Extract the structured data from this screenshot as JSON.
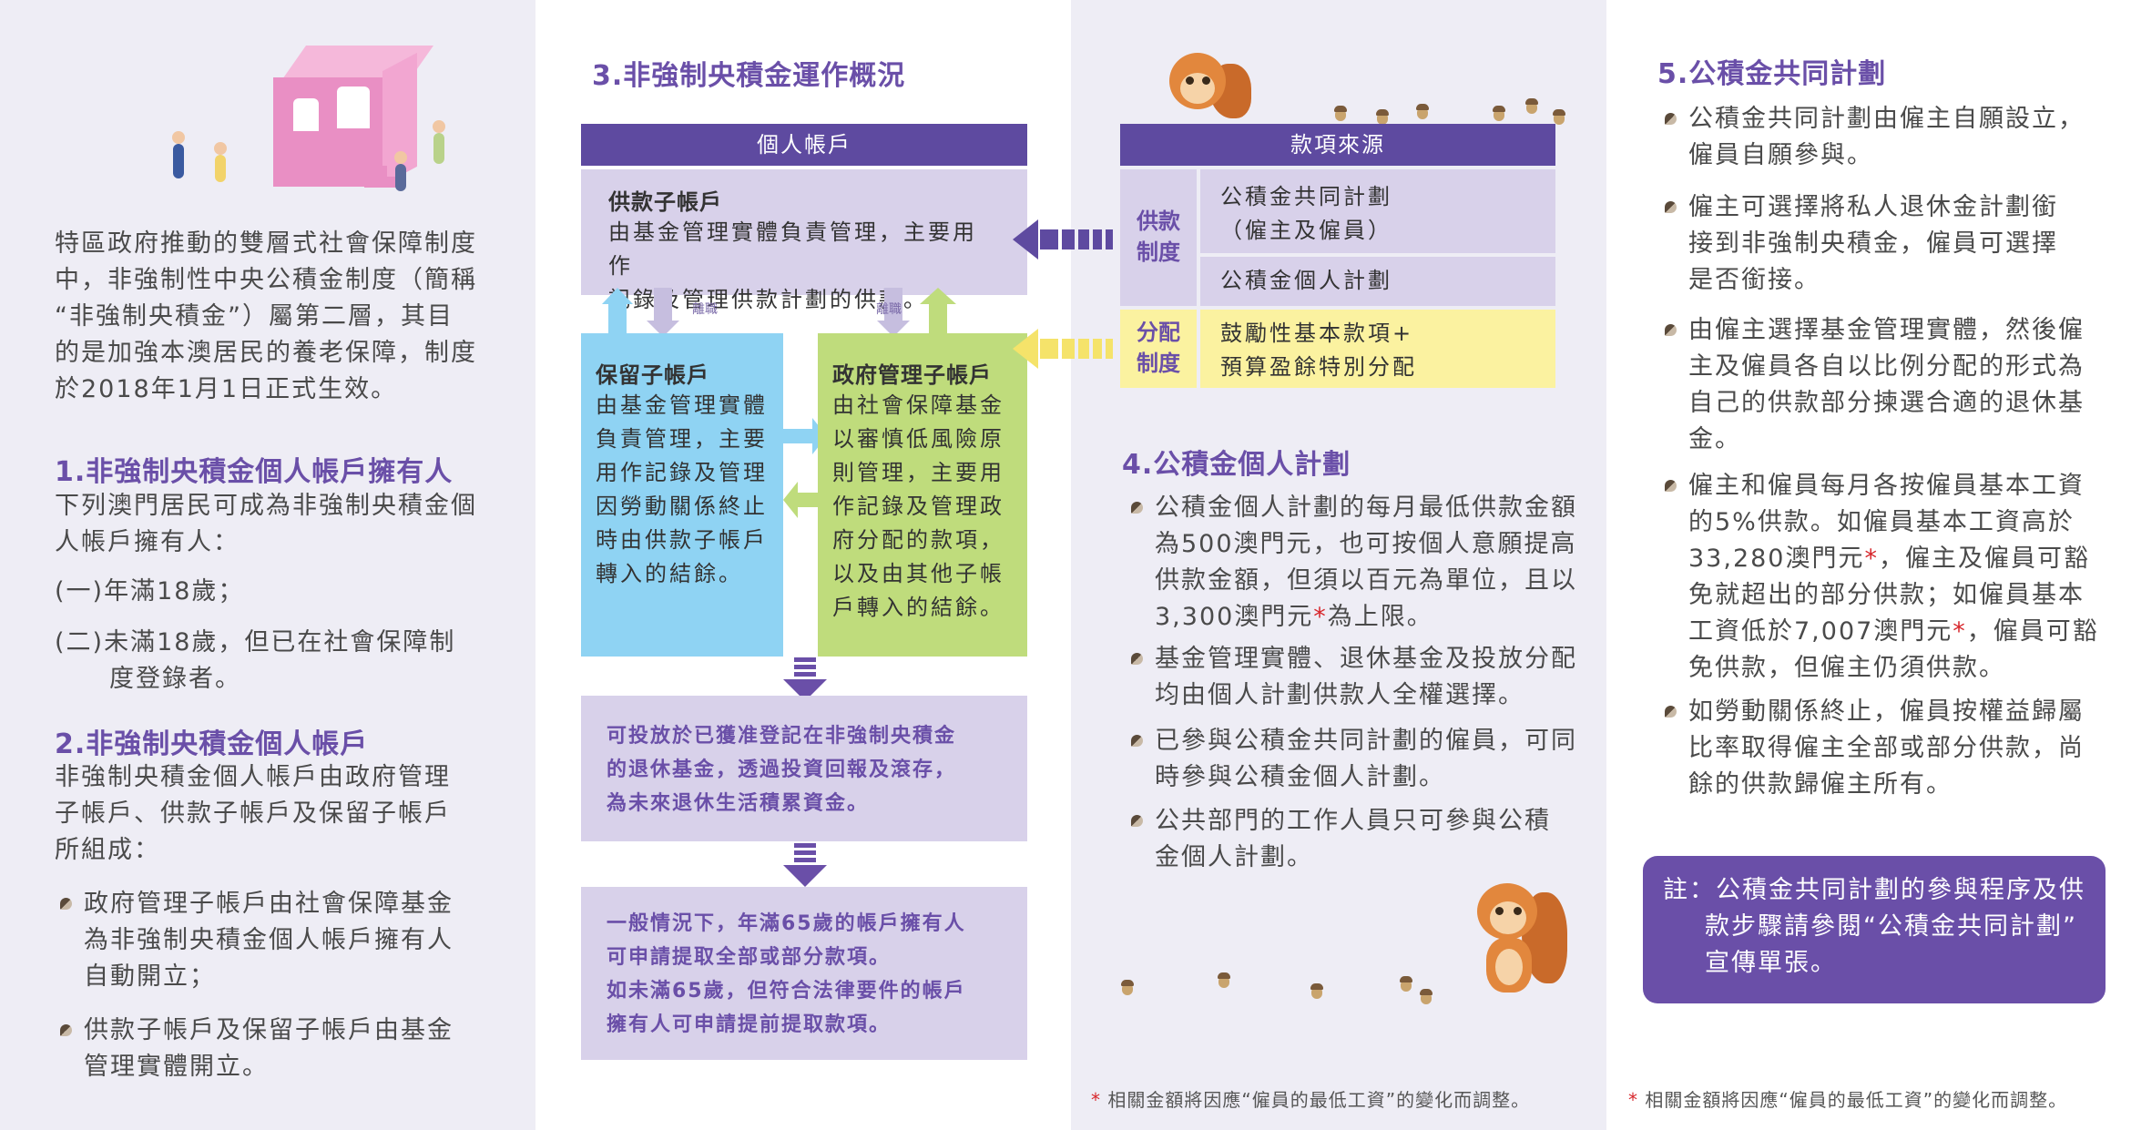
{
  "intro": {
    "lines": [
      "特區政府推動的雙層式社會保障制度",
      "中，非強制性中央公積金制度（簡稱",
      "“非強制央積金”）屬第二層，其目",
      "的是加強本澳居民的養老保障，制度",
      "於2018年1月1日正式生效。"
    ]
  },
  "section1": {
    "title": "1.非強制央積金個人帳戶擁有人",
    "lead": [
      "下列澳門居民可成為非強制央積金個",
      "人帳戶擁有人："
    ],
    "items": [
      {
        "marker": "(一)",
        "lines": [
          "年滿18歲；"
        ]
      },
      {
        "marker": "(二)",
        "lines": [
          "未滿18歲，但已在社會保障制",
          "度登錄者。"
        ]
      }
    ]
  },
  "section2": {
    "title": "2.非強制央積金個人帳戶",
    "lead": [
      "非強制央積金個人帳戶由政府管理",
      "子帳戶、供款子帳戶及保留子帳戶",
      "所組成："
    ],
    "bullets": [
      [
        "政府管理子帳戶由社會保障基金",
        "為非強制央積金個人帳戶擁有人",
        "自動開立；"
      ],
      [
        "供款子帳戶及保留子帳戶由基金",
        "管理實體開立。"
      ]
    ]
  },
  "section3": {
    "title": "3.非強制央積金運作概況",
    "personal_header": "個人帳戶",
    "contribution": {
      "title": "供款子帳戶",
      "lines": [
        "由基金管理實體負責管理，主要用作",
        "記錄及管理供款計劃的供款。"
      ]
    },
    "leave_tag_left": "離職",
    "leave_tag_right": "離職",
    "reserve": {
      "title": "保留子帳戶",
      "lines": [
        "由基金管理實體",
        "負責管理，主要",
        "用作記錄及管理",
        "因勞動關係終止",
        "時由供款子帳戶",
        "轉入的結餘。"
      ]
    },
    "government": {
      "title": "政府管理子帳戶",
      "lines": [
        "由社會保障基金",
        "以審慎低風險原",
        "則管理，主要用",
        "作記錄及管理政",
        "府分配的款項，",
        "以及由其他子帳",
        "戶轉入的結餘。"
      ]
    },
    "invest": {
      "lines": [
        "可投放於已獲准登記在非強制央積金",
        "的退休基金，透過投資回報及滾存，",
        "為未來退休生活積累資金。"
      ]
    },
    "withdraw": {
      "lines": [
        "一般情況下，年滿65歲的帳戶擁有人",
        "可申請提取全部或部分款項。",
        "如未滿65歲，但符合法律要件的帳戶",
        "擁有人可申請提前提取款項。"
      ]
    },
    "source_header": "款項來源",
    "contribution_system_label": [
      "供款",
      "制度"
    ],
    "joint_plan": [
      "公積金共同計劃",
      "（僱主及僱員）"
    ],
    "individual_plan": "公積金個人計劃",
    "distribution_label": [
      "分配",
      "制度"
    ],
    "distribution_text": [
      "鼓勵性基本款項+",
      "預算盈餘特別分配"
    ]
  },
  "section4": {
    "title": "4.公積金個人計劃",
    "bullets": [
      [
        "公積金個人計劃的每月最低供款金額",
        "為500澳門元，也可按個人意願提高",
        "供款金額，但須以百元為單位，且以",
        "3,300澳門元",
        "為上限。"
      ],
      [
        "基金管理實體、退休基金及投放分配",
        "均由個人計劃供款人全權選擇。"
      ],
      [
        "已參與公積金共同計劃的僱員，可同",
        "時參與公積金個人計劃。"
      ],
      [
        "公共部門的工作人員只可參與公積",
        "金個人計劃。"
      ]
    ]
  },
  "section5": {
    "title": "5.公積金共同計劃",
    "bullets": [
      [
        "公積金共同計劃由僱主自願設立，",
        "僱員自願參與。"
      ],
      [
        "僱主可選擇將私人退休金計劃銜",
        "接到非強制央積金，僱員可選擇",
        "是否銜接。"
      ],
      [
        "由僱主選擇基金管理實體，然後僱",
        "主及僱員各自以比例分配的形式為",
        "自己的供款部分揀選合適的退休基",
        "金。"
      ],
      [
        "僱主和僱員每月各按僱員基本工資",
        "的5%供款。如僱員基本工資高於",
        "33,280澳門元",
        "，僱主及僱員可豁",
        "免就超出的部分供款；如僱員基本",
        "工資低於7,007澳門元",
        "，僱員可豁",
        "免供款，但僱主仍須供款。"
      ],
      [
        "如勞動關係終止，僱員按權益歸屬",
        "比率取得僱主全部或部分供款，尚",
        "餘的供款歸僱主所有。"
      ]
    ],
    "note": [
      "註：公積金共同計劃的參與程序及供",
      "款步驟請參閱“公積金共同計劃”",
      "宣傳單張。"
    ]
  },
  "footnote": {
    "star": "*",
    "text": "相關金額將因應“僱員的最低工資”的變化而調整。"
  },
  "colors": {
    "accent_purple": "#6a4fa8",
    "header_purple": "#5e4aa0",
    "light_purple": "#d8d1ea",
    "blue": "#8fd3f3",
    "green": "#bfdc7c",
    "yellow": "#fbf2a0",
    "star_red": "#d7262b"
  }
}
